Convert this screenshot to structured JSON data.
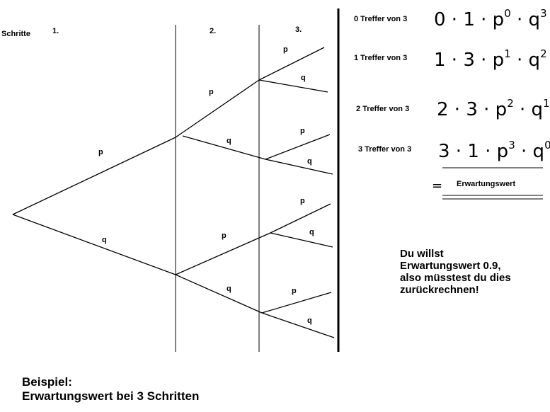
{
  "headers": {
    "steps": "Schritte",
    "step1": "1.",
    "step2": "2.",
    "step3": "3."
  },
  "branch_labels": {
    "p": "p",
    "q": "q"
  },
  "rows": [
    {
      "label": "0 Treffer von 3",
      "k": "0",
      "n": "1",
      "p_exp": "0",
      "q_exp": "3"
    },
    {
      "label": "1 Treffer von 3",
      "k": "1",
      "n": "3",
      "p_exp": "1",
      "q_exp": "2"
    },
    {
      "label": "2 Treffer von 3",
      "k": "2",
      "n": "3",
      "p_exp": "2",
      "q_exp": "1"
    },
    {
      "label": "3 Treffer von 3",
      "k": "3",
      "n": "1",
      "p_exp": "3",
      "q_exp": "0"
    }
  ],
  "result": {
    "equals": "=",
    "label": "Erwartungswert"
  },
  "note": {
    "line1": "Du willst",
    "line2": "Erwartungswert 0.9,",
    "line3": "also müsstest du dies",
    "line4": "zurückrechnen!"
  },
  "example": {
    "title": "Beispiel:",
    "subtitle": "Erwartungswert bei 3 Schritten"
  }
}
